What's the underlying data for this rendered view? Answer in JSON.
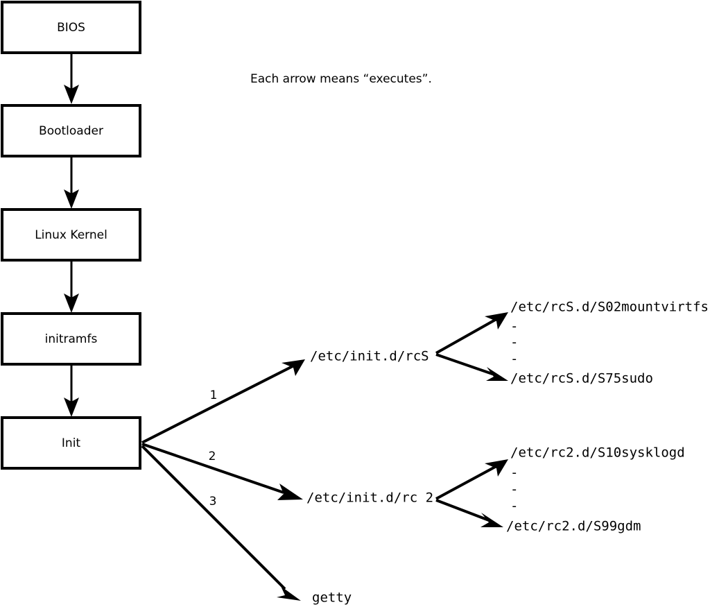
{
  "diagram": {
    "title_note": "Each arrow means “executes”.",
    "boot_chain": [
      {
        "label": "BIOS"
      },
      {
        "label": "Bootloader"
      },
      {
        "label": "Linux Kernel"
      },
      {
        "label": "initramfs"
      },
      {
        "label": "Init"
      }
    ],
    "init_branches": [
      {
        "number": "1",
        "target": "/etc/init.d/rcS"
      },
      {
        "number": "2",
        "target": "/etc/init.d/rc 2"
      },
      {
        "number": "3",
        "target": "getty"
      }
    ],
    "rcs_scripts": {
      "first": "/etc/rcS.d/S02mountvirtfs",
      "ellipsis": [
        "-",
        "-",
        "-"
      ],
      "last": "/etc/rcS.d/S75sudo"
    },
    "rc2_scripts": {
      "first": "/etc/rc2.d/S10sysklogd",
      "ellipsis": [
        "-",
        "-",
        "-"
      ],
      "last": "/etc/rc2.d/S99gdm"
    },
    "colors": {
      "stroke": "#000000",
      "fill": "#ffffff",
      "text": "#000000"
    }
  }
}
